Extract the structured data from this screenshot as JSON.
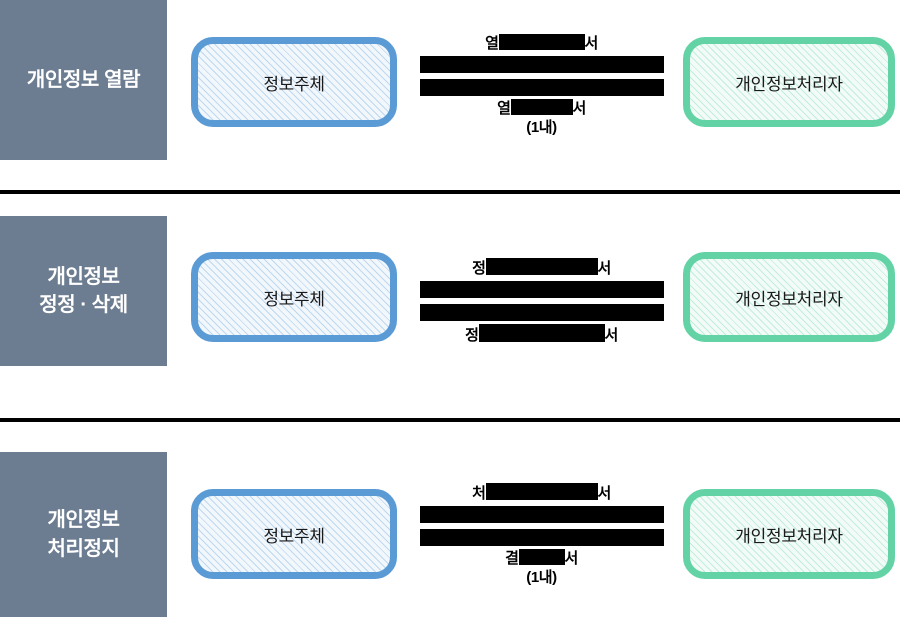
{
  "diagram": {
    "title_text_visible": false,
    "background": "#ffffff",
    "colors": {
      "category_panel": "#6d7d91",
      "subject_border": "#5b9bd5",
      "subject_fill": "#f2f7fc",
      "controller_border": "#63d3a6",
      "controller_fill": "#f2fbf7",
      "divider": "#000000",
      "redaction": "#000000",
      "category_text": "#ffffff",
      "entity_text": "#1a1a1a"
    }
  },
  "entities": {
    "subject_label": "정보주체",
    "controller_label": "개인정보처리자"
  },
  "rows": [
    {
      "category": "개인정보 열람",
      "subject": "정보주체",
      "controller": "개인정보처리자",
      "flow_top": {
        "prefix": "열",
        "redacted": "■■■■■",
        "suffix": "서"
      },
      "flow_bottom": {
        "prefix": "열",
        "redacted": "■■■■",
        "suffix": "서",
        "note_prefix": "(1",
        "note_redacted": "■■■■",
        "note_suffix": "내)"
      },
      "arrows": [
        {
          "direction": "forward",
          "redacted": true
        },
        {
          "direction": "backward",
          "redacted": true
        }
      ]
    },
    {
      "category": "개인정보\n정정 · 삭제",
      "subject": "정보주체",
      "controller": "개인정보처리자",
      "flow_top": {
        "prefix": "정",
        "redacted": "■■■■■■",
        "suffix": "서"
      },
      "flow_bottom": {
        "prefix": "정",
        "redacted": "■■■■■■■",
        "suffix": "서",
        "note_prefix": "",
        "note_redacted": "■■■■■■",
        "note_suffix": ""
      },
      "arrows": [
        {
          "direction": "forward",
          "redacted": true
        },
        {
          "direction": "backward",
          "redacted": true
        }
      ]
    },
    {
      "category": "개인정보\n처리정지",
      "subject": "정보주체",
      "controller": "개인정보처리자",
      "flow_top": {
        "prefix": "처",
        "redacted": "■■■■■■",
        "suffix": "서"
      },
      "flow_bottom": {
        "prefix": "결",
        "redacted": "■■■",
        "suffix": "서",
        "note_prefix": "(1",
        "note_redacted": "■■■■",
        "note_suffix": "내)"
      },
      "arrows": [
        {
          "direction": "forward",
          "redacted": true
        },
        {
          "direction": "backward",
          "redacted": true
        }
      ]
    }
  ],
  "dividers": [
    {
      "name": "divider-between-row-1-and-2"
    },
    {
      "name": "divider-between-row-2-and-3"
    }
  ]
}
